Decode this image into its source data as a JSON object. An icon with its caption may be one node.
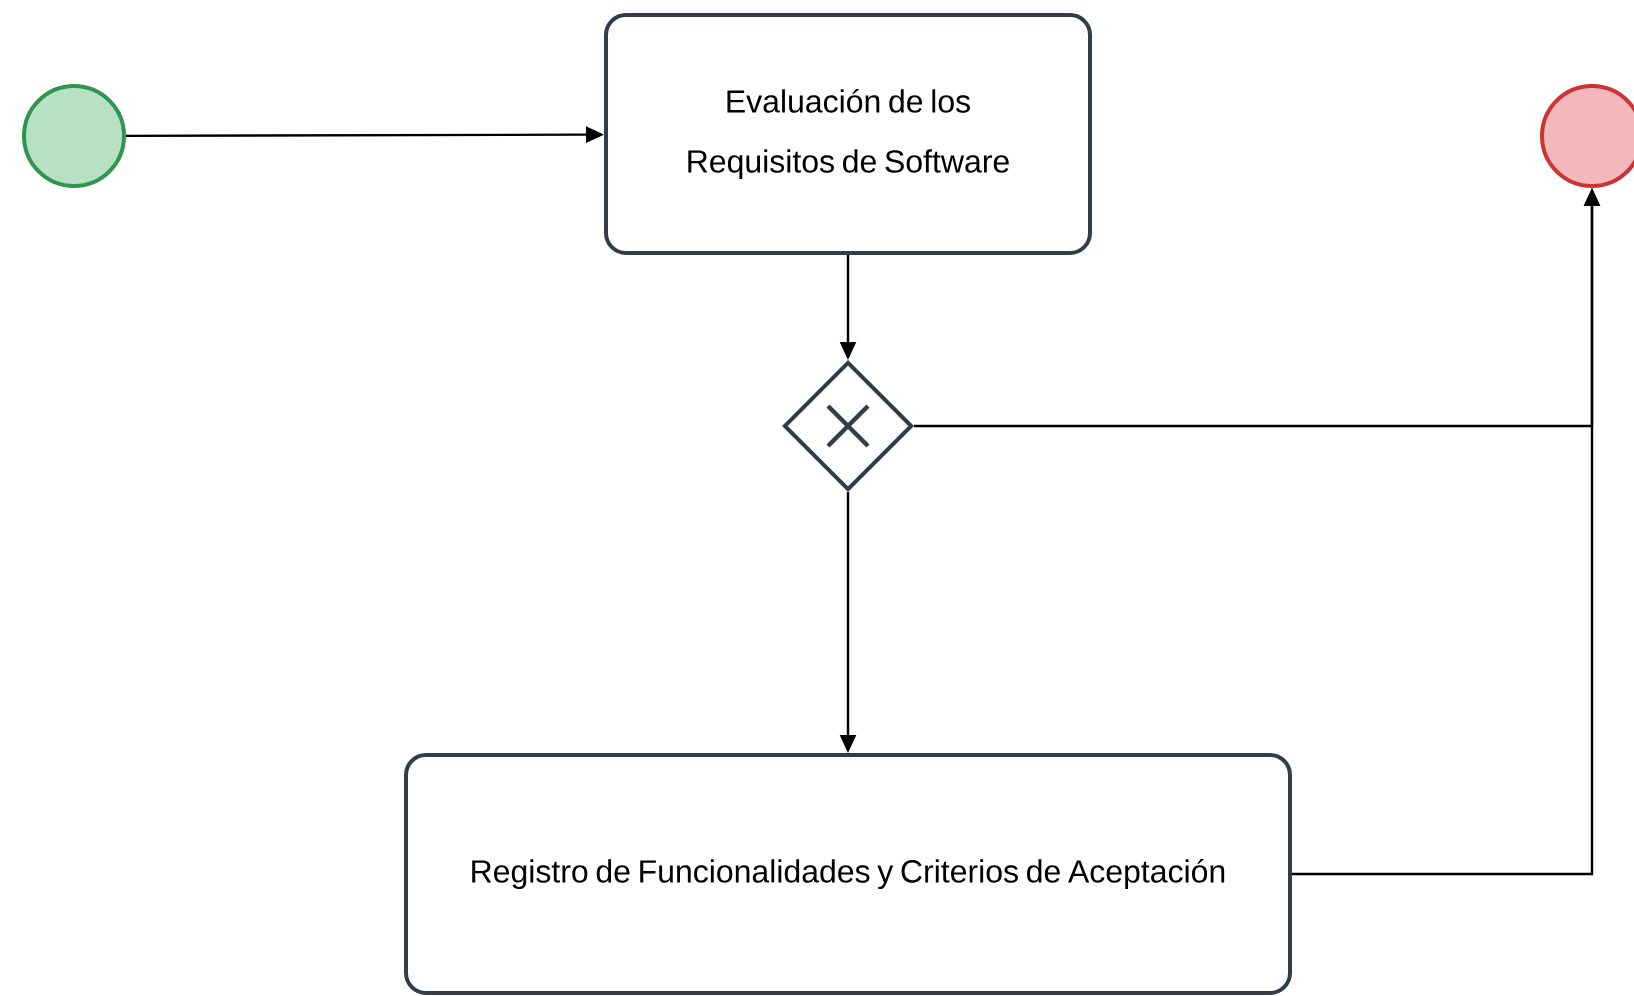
{
  "diagram": {
    "nodes": [
      {
        "text": [],
        "shape": "circle"
      },
      {
        "text": [
          "Evaluación de los Requisitos de Software"
        ]
      },
      {
        "text": [],
        "shape": "circle"
      },
      {
        "text": [],
        "shape": "diamond"
      },
      {
        "text": [
          "Registro de Funcionalidades y Criterios de Aceptación"
        ]
      }
    ],
    "edges": [
      {
        "from": 0,
        "to": 1,
        "arrow": "to"
      },
      {
        "from": 1,
        "to": 3,
        "arrow": "to"
      },
      {
        "from": 3,
        "to": 4,
        "arrow": "to"
      },
      {
        "from": 3,
        "to": 2,
        "arrow": "to"
      },
      {
        "from": 4,
        "to": 2,
        "arrow": "to"
      }
    ]
  }
}
